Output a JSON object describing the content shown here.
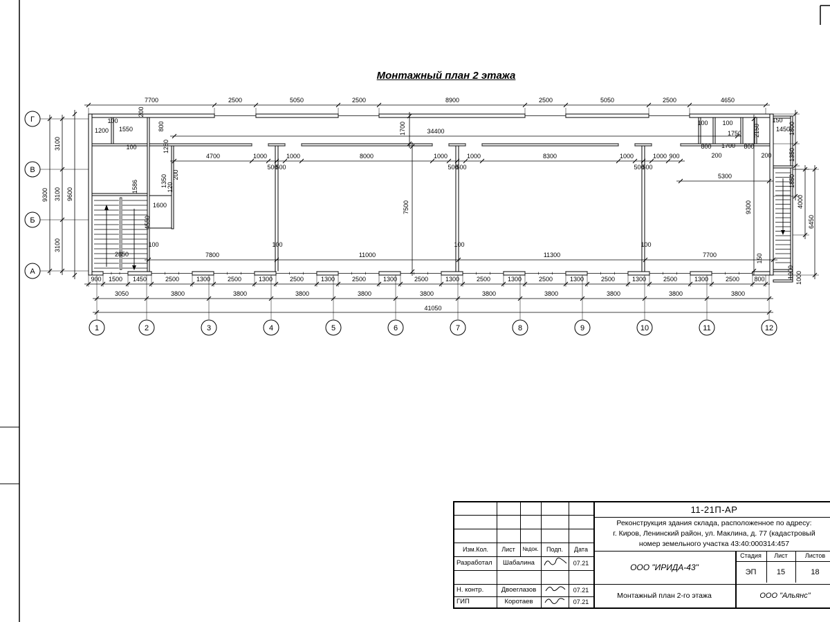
{
  "sheet": {
    "title": "Монтажный план 2 этажа"
  },
  "plan": {
    "axes_bottom": [
      "1",
      "2",
      "3",
      "4",
      "5",
      "6",
      "7",
      "8",
      "9",
      "10",
      "11",
      "12"
    ],
    "axes_left": [
      "Г",
      "В",
      "Б",
      "А"
    ],
    "labels": [
      [
        "7700",
        219,
        148
      ],
      [
        "2500",
        340,
        148
      ],
      [
        "5050",
        429,
        148
      ],
      [
        "2500",
        519,
        148
      ],
      [
        "8900",
        654,
        148
      ],
      [
        "2500",
        789,
        148
      ],
      [
        "5050",
        878,
        148
      ],
      [
        "2500",
        968,
        148
      ],
      [
        "4650",
        1052,
        148
      ],
      [
        "34400",
        630,
        193
      ],
      [
        "1700",
        585,
        186,
        -90
      ],
      [
        "4700",
        308,
        229
      ],
      [
        "1000",
        376,
        229
      ],
      [
        "500",
        394,
        245
      ],
      [
        "500",
        406,
        245
      ],
      [
        "1000",
        424,
        229
      ],
      [
        "8000",
        530,
        229
      ],
      [
        "1000",
        637,
        229
      ],
      [
        "500",
        655,
        245
      ],
      [
        "500",
        667,
        245
      ],
      [
        "1000",
        685,
        229
      ],
      [
        "8300",
        795,
        229
      ],
      [
        "1000",
        906,
        229
      ],
      [
        "500",
        924,
        245
      ],
      [
        "500",
        936,
        245
      ],
      [
        "1000",
        954,
        229
      ],
      [
        "900",
        975,
        229
      ],
      [
        "5300",
        1048,
        258
      ],
      [
        "1200",
        147,
        192
      ],
      [
        "100",
        163,
        178
      ],
      [
        "1550",
        182,
        190
      ],
      [
        "100",
        190,
        216
      ],
      [
        "200",
        207,
        162,
        -90
      ],
      [
        "800",
        236,
        183,
        -90
      ],
      [
        "1280",
        243,
        212,
        -90
      ],
      [
        "1586",
        198,
        270,
        -90
      ],
      [
        "1350",
        240,
        262,
        -90
      ],
      [
        "120",
        249,
        271,
        -90
      ],
      [
        "200",
        257,
        253,
        -90
      ],
      [
        "1600",
        231,
        300
      ],
      [
        "4550",
        216,
        322,
        -90
      ],
      [
        "2850",
        176,
        371
      ],
      [
        "100",
        222,
        357
      ],
      [
        "7500",
        590,
        300,
        -90
      ],
      [
        "9300",
        1085,
        300,
        -90
      ],
      [
        "150",
        1101,
        374,
        -90
      ],
      [
        "7800",
        307,
        372
      ],
      [
        "100",
        401,
        357
      ],
      [
        "11000",
        531,
        372
      ],
      [
        "100",
        664,
        357
      ],
      [
        "11300",
        798,
        372
      ],
      [
        "100",
        934,
        357
      ],
      [
        "7700",
        1026,
        372
      ],
      [
        "100",
        1016,
        181
      ],
      [
        "100",
        1052,
        181
      ],
      [
        "1750",
        1062,
        196
      ],
      [
        "2150",
        1097,
        189,
        -90
      ],
      [
        "150",
        1124,
        177
      ],
      [
        "1450",
        1132,
        190
      ],
      [
        "800",
        1021,
        215
      ],
      [
        "1700",
        1053,
        214
      ],
      [
        "800",
        1083,
        215
      ],
      [
        "200",
        1036,
        228
      ],
      [
        "200",
        1108,
        228
      ],
      [
        "1800",
        1148,
        186,
        -90
      ],
      [
        "1350",
        1148,
        224,
        -90
      ],
      [
        "1850",
        1148,
        262,
        -90
      ],
      [
        "4000",
        1160,
        292,
        -90
      ],
      [
        "6450",
        1176,
        321,
        -90
      ],
      [
        "1000",
        1146,
        394,
        -90
      ],
      [
        "1000",
        1158,
        402,
        -90
      ],
      [
        "3100",
        86,
        208,
        -90
      ],
      [
        "3100",
        86,
        281,
        -90
      ],
      [
        "3100",
        86,
        355,
        -90
      ],
      [
        "9300",
        68,
        282,
        -90
      ],
      [
        "9600",
        104,
        281,
        -90
      ],
      [
        "900",
        139,
        407
      ],
      [
        "1500",
        167,
        407
      ],
      [
        "1450",
        202,
        407
      ],
      [
        "2500",
        249,
        407
      ],
      [
        "1300",
        294,
        407
      ],
      [
        "2500",
        339,
        407
      ],
      [
        "1300",
        384,
        407
      ],
      [
        "2500",
        429,
        407
      ],
      [
        "1300",
        474,
        407
      ],
      [
        "2500",
        519,
        407
      ],
      [
        "1300",
        564,
        407
      ],
      [
        "2500",
        609,
        407
      ],
      [
        "1300",
        654,
        407
      ],
      [
        "2500",
        699,
        407
      ],
      [
        "1300",
        744,
        407
      ],
      [
        "2500",
        789,
        407
      ],
      [
        "1300",
        834,
        407
      ],
      [
        "2500",
        879,
        407
      ],
      [
        "1300",
        924,
        407
      ],
      [
        "2500",
        969,
        407
      ],
      [
        "1300",
        1014,
        407
      ],
      [
        "2500",
        1059,
        407
      ],
      [
        "800",
        1098,
        407
      ],
      [
        "3050",
        176,
        428
      ],
      [
        "3800",
        257,
        428
      ],
      [
        "3800",
        347,
        428
      ],
      [
        "3800",
        437,
        428
      ],
      [
        "3800",
        527,
        428
      ],
      [
        "3800",
        617,
        428
      ],
      [
        "3800",
        707,
        428
      ],
      [
        "3800",
        797,
        428
      ],
      [
        "3800",
        887,
        428
      ],
      [
        "3800",
        977,
        428
      ],
      [
        "3800",
        1067,
        428
      ],
      [
        "41050",
        626,
        449
      ]
    ]
  },
  "title_block": {
    "doc_code": "11-21П-АР",
    "desc1": "Реконструкция здания склада, расположенное по адресу:",
    "desc2": "г. Киров, Ленинский район, ул. Маклина, д. 77 (кадастровый",
    "desc3": "номер земельного участка 43:40:000314:457",
    "col_izm": "Изм.Кол.",
    "col_list": "Лист",
    "col_ndoc": "№док.",
    "col_podp": "Подп.",
    "col_data": "Дата",
    "rows": [
      {
        "role": "Разработал",
        "name": "Шабалина",
        "date": "07.21"
      },
      {
        "role": "Н. контр.",
        "name": "Двоеглазов",
        "date": "07.21"
      },
      {
        "role": "ГИП",
        "name": "Коротаев",
        "date": "07.21"
      }
    ],
    "org1": "ООО \"ИРИДА-43\"",
    "drawing_title": "Монтажный план 2-го этажа",
    "stage_label": "Стадия",
    "sheet_label": "Лист",
    "sheets_label": "Листов",
    "stage": "ЭП",
    "sheet_no": "15",
    "sheets_total": "18",
    "org2": "ООО \"Альянс\""
  }
}
